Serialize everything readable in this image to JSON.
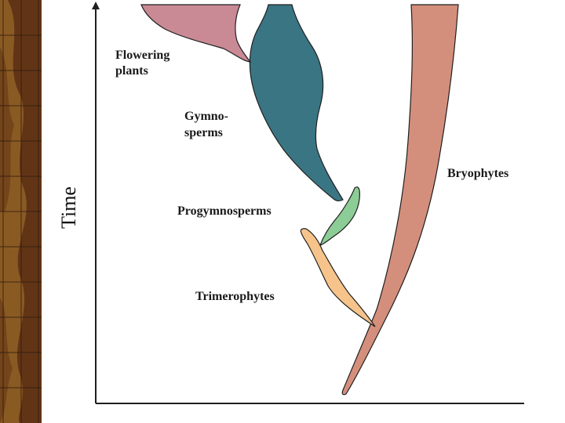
{
  "axis": {
    "y_label": "Time"
  },
  "labels": {
    "flowering_line1": "Flowering",
    "flowering_line2": "plants",
    "gymno_line1": "Gymno-",
    "gymno_line2": "sperms",
    "progymnosperms": "Progymnosperms",
    "trimerophytes": "Trimerophytes",
    "bryophytes": "Bryophytes"
  },
  "colors": {
    "flowering": "#c98a95",
    "gymnosperms": "#3a7583",
    "progymnosperms": "#8ccc96",
    "trimerophytes": "#f6c48b",
    "bryophytes": "#d48f7c",
    "outline": "#1f1f1f",
    "strip_bg": "#8a5a23",
    "strip_dark": "#5a2e14"
  },
  "icons": {
    "left_strip": "textured-wood-strip"
  }
}
